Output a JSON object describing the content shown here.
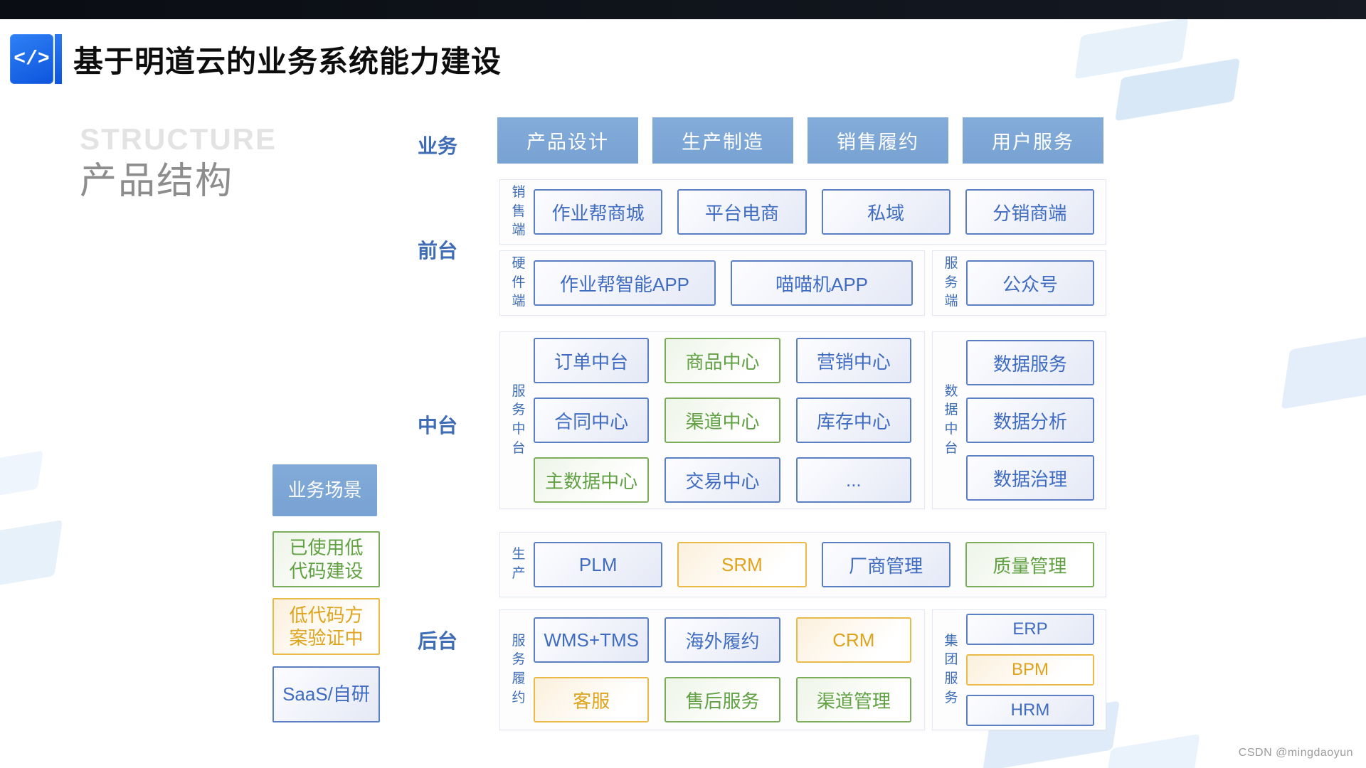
{
  "page": {
    "title": "基于明道云的业务系统能力建设",
    "credit": "CSDN @mingdaoyun"
  },
  "logo": {
    "glyph": "</>"
  },
  "watermark": {
    "en": "STRUCTURE",
    "zh": "产品结构"
  },
  "legend": {
    "items": [
      {
        "label": "业务场景",
        "style": "solid"
      },
      {
        "label": "已使用低\n代码建设",
        "style": "green"
      },
      {
        "label": "低代码方\n案验证中",
        "style": "yellow"
      },
      {
        "label": "SaaS/自研",
        "style": "blue"
      }
    ]
  },
  "diagram": {
    "business": {
      "row_label": "业务",
      "items": [
        {
          "label": "产品设计"
        },
        {
          "label": "生产制造"
        },
        {
          "label": "销售履约"
        },
        {
          "label": "用户服务"
        }
      ]
    },
    "frontend": {
      "row_label": "前台",
      "sales": {
        "group_label": "销售端",
        "items": [
          {
            "label": "作业帮商城",
            "style": "blue"
          },
          {
            "label": "平台电商",
            "style": "blue"
          },
          {
            "label": "私域",
            "style": "blue"
          },
          {
            "label": "分销商端",
            "style": "blue"
          }
        ]
      },
      "hardware": {
        "group_label": "硬件端",
        "items": [
          {
            "label": "作业帮智能APP",
            "style": "blue"
          },
          {
            "label": "喵喵机APP",
            "style": "blue"
          }
        ]
      },
      "service": {
        "group_label": "服务端",
        "items": [
          {
            "label": "公众号",
            "style": "blue"
          }
        ]
      }
    },
    "midstage": {
      "row_label": "中台",
      "service_center": {
        "group_label": "服务中台",
        "items": [
          {
            "label": "订单中台",
            "style": "blue"
          },
          {
            "label": "商品中心",
            "style": "green"
          },
          {
            "label": "营销中心",
            "style": "blue"
          },
          {
            "label": "合同中心",
            "style": "blue"
          },
          {
            "label": "渠道中心",
            "style": "green"
          },
          {
            "label": "库存中心",
            "style": "blue"
          },
          {
            "label": "主数据中心",
            "style": "green"
          },
          {
            "label": "交易中心",
            "style": "blue"
          },
          {
            "label": "...",
            "style": "blue"
          }
        ]
      },
      "data_center": {
        "group_label": "数据中台",
        "items": [
          {
            "label": "数据服务",
            "style": "blue"
          },
          {
            "label": "数据分析",
            "style": "blue"
          },
          {
            "label": "数据治理",
            "style": "blue"
          }
        ]
      }
    },
    "production": {
      "group_label": "生产",
      "items": [
        {
          "label": "PLM",
          "style": "blue"
        },
        {
          "label": "SRM",
          "style": "yellow"
        },
        {
          "label": "厂商管理",
          "style": "blue"
        },
        {
          "label": "质量管理",
          "style": "green"
        }
      ]
    },
    "backend": {
      "row_label": "后台",
      "fulfillment": {
        "group_label": "服务履约",
        "items": [
          {
            "label": "WMS+TMS",
            "style": "blue"
          },
          {
            "label": "海外履约",
            "style": "blue"
          },
          {
            "label": "CRM",
            "style": "yellow"
          },
          {
            "label": "客服",
            "style": "yellow"
          },
          {
            "label": "售后服务",
            "style": "green"
          },
          {
            "label": "渠道管理",
            "style": "green"
          }
        ]
      },
      "group_service": {
        "group_label": "集团服务",
        "items": [
          {
            "label": "ERP",
            "style": "blue"
          },
          {
            "label": "BPM",
            "style": "yellow"
          },
          {
            "label": "HRM",
            "style": "blue"
          }
        ]
      }
    }
  },
  "palette": {
    "topbar_dark": "#0c0f15",
    "logo_blue": "#1b6ef0",
    "solid_button_blue": "#7da7d7",
    "blue_border": "#5a7fc2",
    "blue_text": "#3f6cc0",
    "green_border": "#7cad5a",
    "green_text": "#61a144",
    "yellow_border": "#eaba48",
    "yellow_text": "#dfa41e"
  }
}
